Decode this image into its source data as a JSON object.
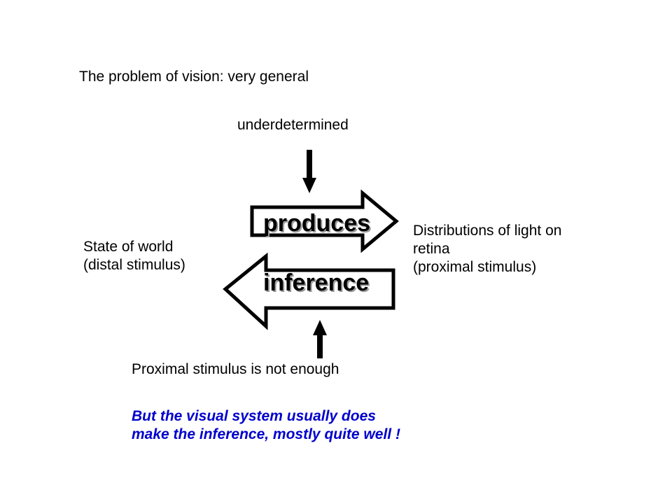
{
  "heading": "The problem of vision: very general",
  "top_label": "underdetermined",
  "left_label": {
    "line1": "State of world",
    "line2": "(distal stimulus)"
  },
  "right_label": {
    "line1": "Distributions of light on",
    "line2": "retina",
    "line3": "(proximal stimulus)"
  },
  "arrows": {
    "forward_label": "produces",
    "backward_label": "inference"
  },
  "bottom_label": "Proximal stimulus is not enough",
  "conclusion": {
    "line1": "But the visual system usually does",
    "line2": "make the inference, mostly quite well !"
  },
  "colors": {
    "text": "#000000",
    "conclusion": "#0000cc",
    "arrow_fill": "#ffffff",
    "arrow_stroke": "#000000",
    "label_shadow": "#999999"
  }
}
